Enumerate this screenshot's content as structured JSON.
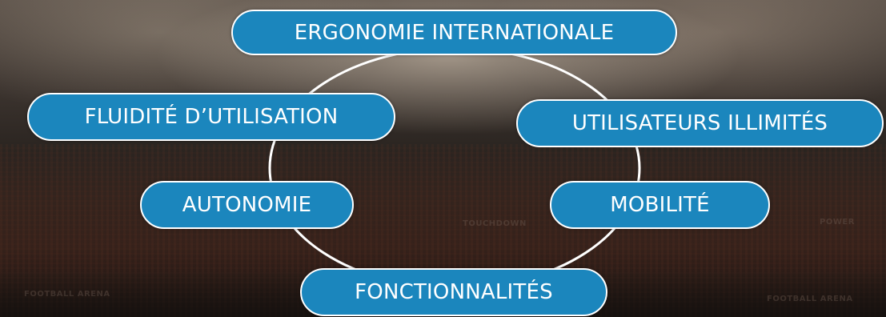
{
  "background": {
    "description_labels": [
      "TOUCHDOWN",
      "POWER",
      "FOOTBALL ARENA",
      "FOOTBALL ARENA"
    ]
  },
  "colors": {
    "pill_fill": "#1b86bd",
    "pill_border": "#ffffff",
    "ring_stroke": "#ffffff"
  },
  "pills": {
    "ergonomie": "ERGONOMIE INTERNATIONALE",
    "fluidite": "FLUIDITÉ D’UTILISATION",
    "utilisateurs": "UTILISATEURS ILLIMITÉS",
    "autonomie": "AUTONOMIE",
    "mobilite": "MOBILITÉ",
    "fonctionnalites": "FONCTIONNALITÉS"
  }
}
